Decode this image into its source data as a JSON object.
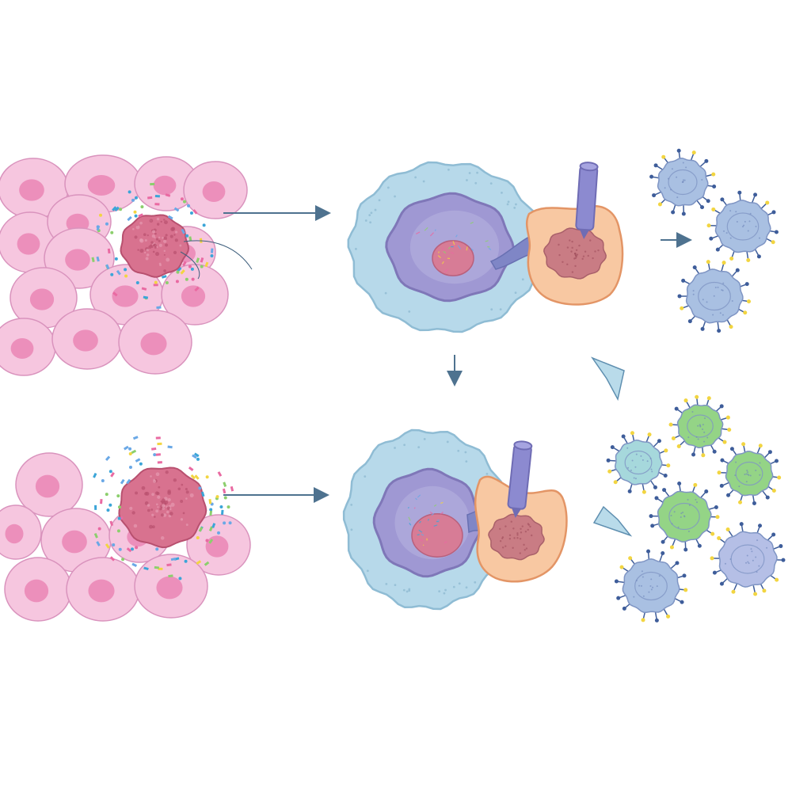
{
  "figure": {
    "background": "#ffffff",
    "text_labels": []
  },
  "colors": {
    "tissue_cell_fill": "#f6c6df",
    "tissue_cell_stroke": "#d993bd",
    "tissue_nucleus": "#ec8fbb",
    "target_cell_fill": "#d8728f",
    "target_cell_stroke": "#b8506f",
    "macrophage_outer": "#b7d9ea",
    "macrophage_outer_stroke": "#8fbcd4",
    "macrophage_inner": "#9f98d3",
    "macrophage_inner_stroke": "#7f77b8",
    "engulfed_cell": "#d77c96",
    "partner_cell_fill": "#f8c8a2",
    "partner_cell_stroke": "#e39566",
    "partner_nucleus": "#c97c84",
    "probe": "#8c8ad0",
    "probe_stroke": "#6f6cb4",
    "arrow": "#4e728f",
    "virion_blue": "#a9c0e2",
    "virion_teal": "#a6d8dc",
    "virion_green": "#94d486",
    "virion_lavender": "#b5bfe6",
    "virion_spike": "#3e5d9a",
    "particle_palette": [
      "#3ba5d8",
      "#f2d541",
      "#8ccf6d",
      "#e96aa2",
      "#6aa8e6"
    ]
  },
  "panels": [
    {
      "name": "upper-row",
      "stages": [
        "tissue-with-target-cell",
        "macrophage-engulfment",
        "released-virions"
      ]
    },
    {
      "name": "lower-row",
      "stages": [
        "tissue-with-target-cell",
        "macrophage-engulfment",
        "released-virions"
      ]
    }
  ]
}
